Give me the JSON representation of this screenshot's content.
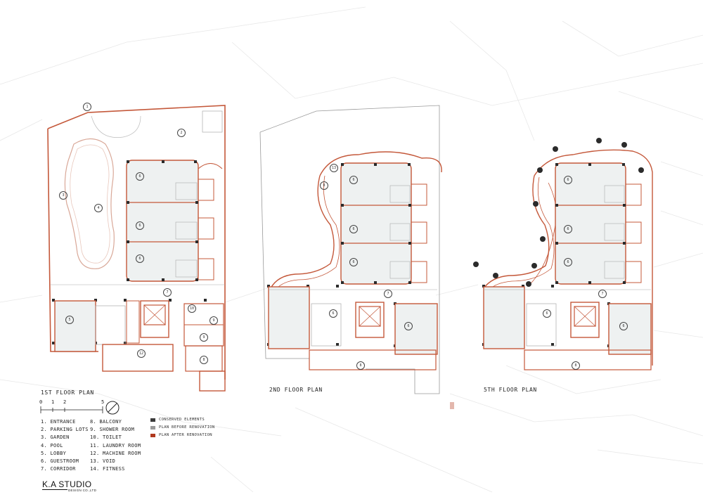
{
  "titles": {
    "first": "1ST FLOOR PLAN",
    "second": "2ND FLOOR PLAN",
    "fifth": "5TH FLOOR PLAN"
  },
  "scale": {
    "ticks": [
      "0",
      "1",
      "2",
      "5"
    ]
  },
  "rooms_col1": [
    "1.  ENTRANCE",
    "2. PARKING LOTS",
    "3. GARDEN",
    "4. POOL",
    "5. LOBBY",
    "6. GUESTROOM",
    "7. CORRIDOR"
  ],
  "rooms_col2": [
    "8.  BALCONY",
    "9.  SHOWER ROOM",
    "10. TOILET",
    "11.  LAUNDRY ROOM",
    "12. MACHINE ROOM",
    "13. VOID",
    "14. FITNESS"
  ],
  "legend": [
    {
      "label": "CONSERVED ELEMENTS",
      "color": "#3a3a3a"
    },
    {
      "label": "PLAN BEFORE RENOVATION",
      "color": "#9a9a9a"
    },
    {
      "label": "PLAN AFTER RENOVATION",
      "color": "#b0391f"
    }
  ],
  "brand": {
    "name": "K.A STUDIO",
    "sub": "DESIGN CO.,LTD"
  },
  "colors": {
    "renovation": "#c4583a",
    "conserved": "#2b2b2b",
    "context": "#e6e6e6",
    "room_fill": "#eef1f1"
  }
}
